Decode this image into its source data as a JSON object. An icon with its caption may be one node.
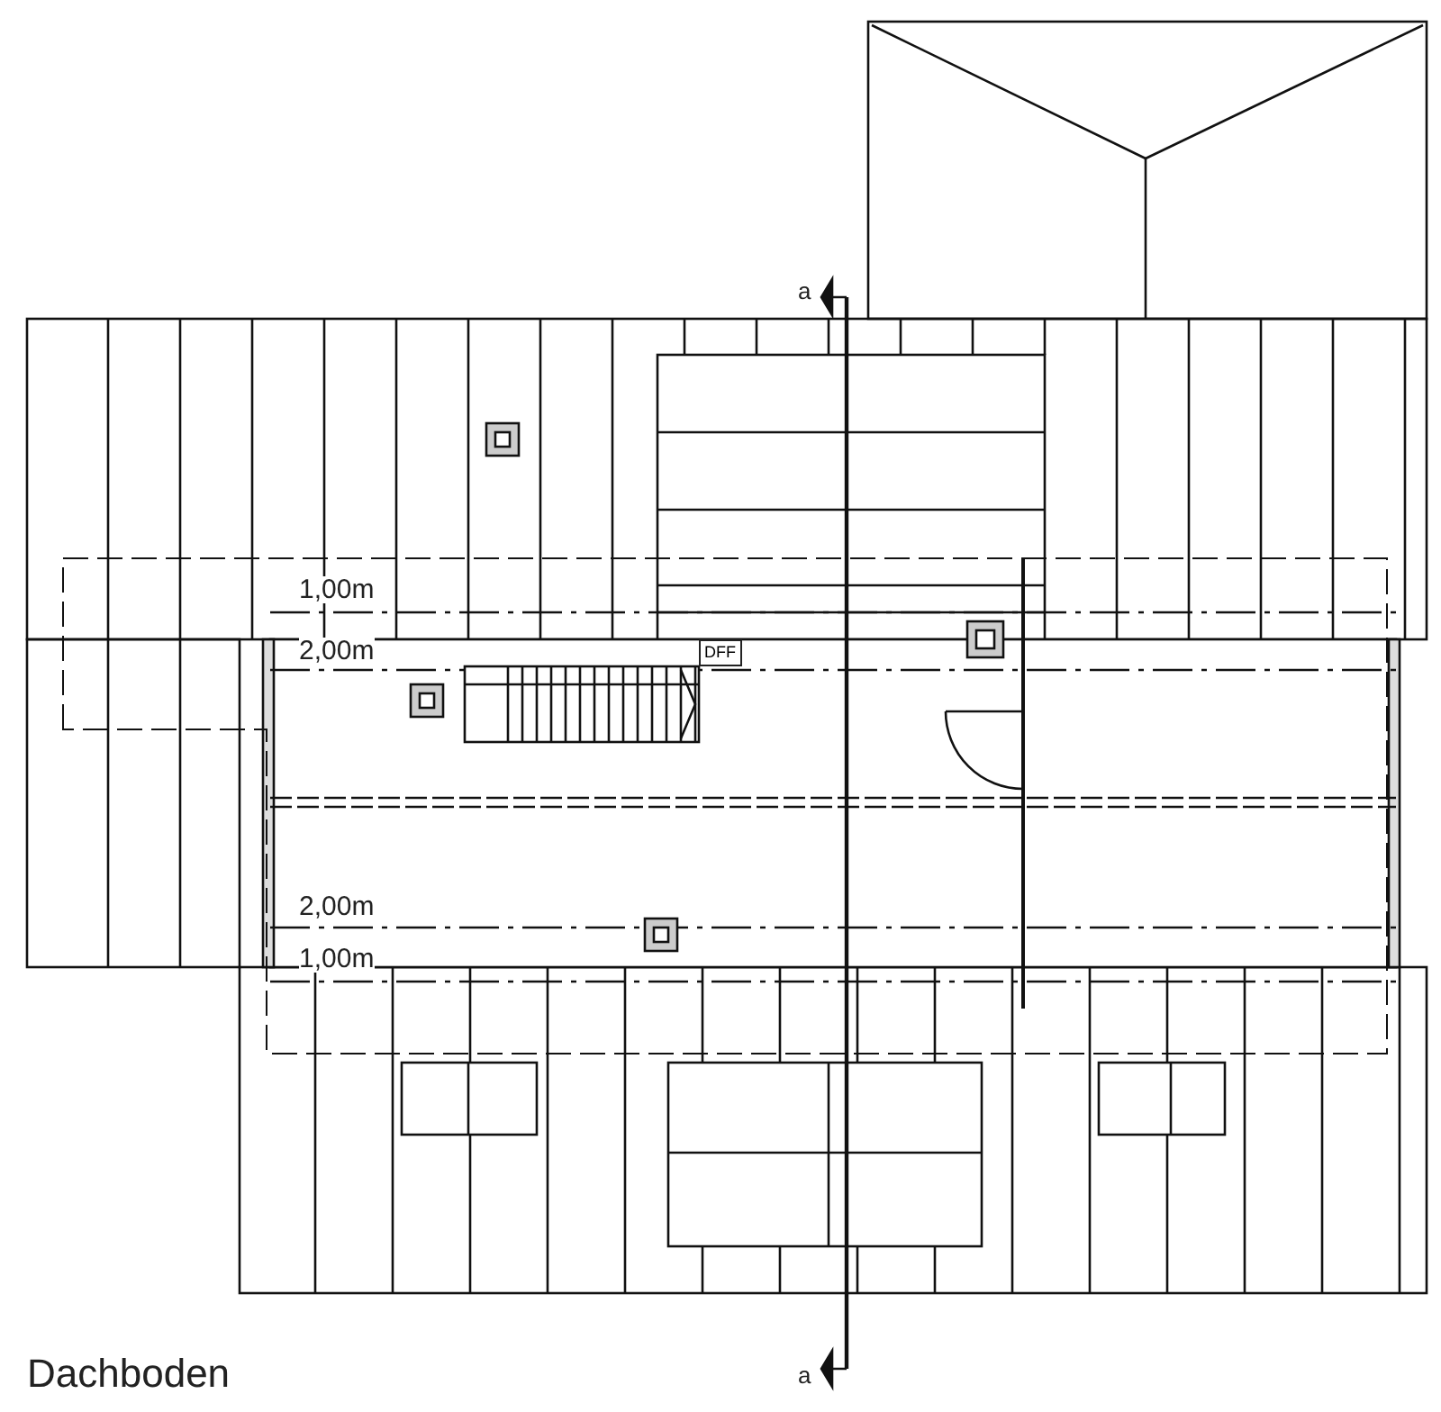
{
  "diagram": {
    "title": "Dachboden",
    "nodes": [
      {
        "text": [
          "DFF"
        ]
      }
    ],
    "labels": [
      "a",
      "1,00m",
      "2,00m",
      "2,00m",
      "1,00m",
      "a"
    ]
  }
}
